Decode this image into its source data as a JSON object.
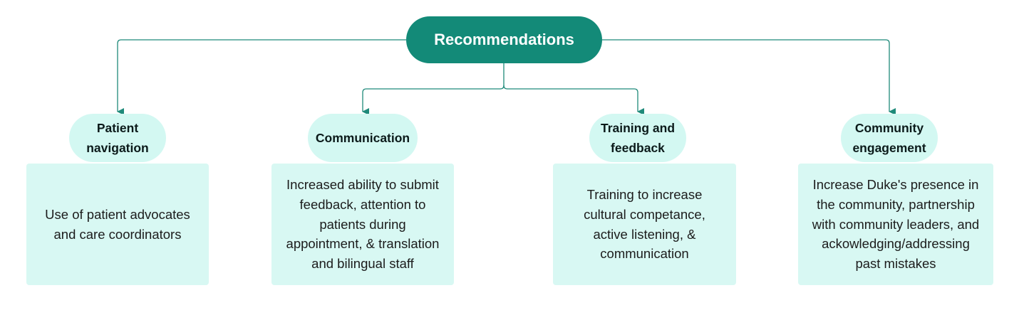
{
  "colors": {
    "root_fill": "#138a78",
    "pill_fill": "#d3f8f2",
    "box_fill": "#d8f8f3",
    "connector": "#1f8a7a"
  },
  "root": {
    "label": "Recommendations"
  },
  "branches": [
    {
      "category": "Patient\nnavigation",
      "detail": "Use of patient advocates\nand care coordinators"
    },
    {
      "category": "Communication",
      "detail": "Increased ability to submit\nfeedback, attention to\npatients during\nappointment, & translation\nand bilingual staff"
    },
    {
      "category": "Training and\nfeedback",
      "detail": "Training to increase\ncultural competance,\nactive listening, &\ncommunication"
    },
    {
      "category": "Community\nengagement",
      "detail": "Increase Duke's presence in\nthe community, partnership\nwith community leaders, and\nackowledging/addressing\npast mistakes"
    }
  ]
}
